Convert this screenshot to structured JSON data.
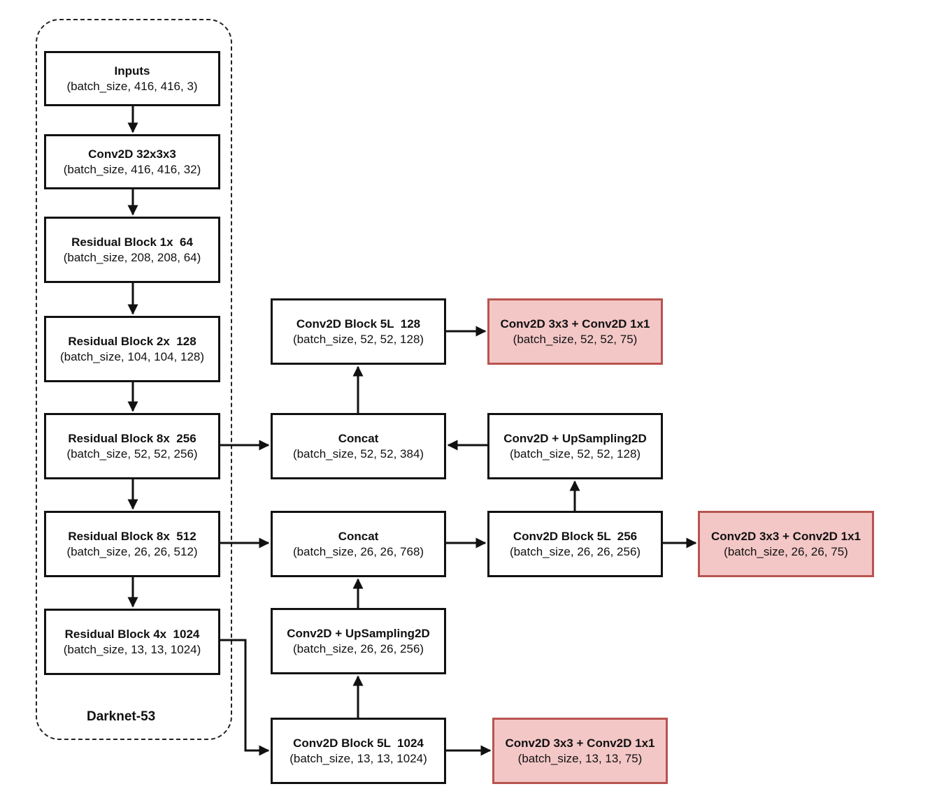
{
  "group": {
    "label": "Darknet-53"
  },
  "boxes": {
    "inputs": {
      "title": "Inputs",
      "shape": "(batch_size, 416, 416, 3)"
    },
    "conv0": {
      "title": "Conv2D 32x3x3",
      "shape": "(batch_size, 416, 416, 32)"
    },
    "res1": {
      "title": "Residual Block 1x  64",
      "shape": "(batch_size, 208, 208, 64)"
    },
    "res2": {
      "title": "Residual Block 2x  128",
      "shape": "(batch_size, 104, 104, 128)"
    },
    "res8a": {
      "title": "Residual Block 8x  256",
      "shape": "(batch_size, 52, 52, 256)"
    },
    "res8b": {
      "title": "Residual Block 8x  512",
      "shape": "(batch_size, 26, 26, 512)"
    },
    "res4": {
      "title": "Residual Block 4x  1024",
      "shape": "(batch_size, 13, 13, 1024)"
    },
    "cb128": {
      "title": "Conv2D Block 5L  128",
      "shape": "(batch_size, 52, 52, 128)"
    },
    "concat384": {
      "title": "Concat",
      "shape": "(batch_size, 52, 52, 384)"
    },
    "concat768": {
      "title": "Concat",
      "shape": "(batch_size, 26, 26, 768)"
    },
    "up256": {
      "title": "Conv2D + UpSampling2D",
      "shape": "(batch_size, 26, 26, 256)"
    },
    "cb1024": {
      "title": "Conv2D Block 5L  1024",
      "shape": "(batch_size, 13, 13, 1024)"
    },
    "up128": {
      "title": "Conv2D + UpSampling2D",
      "shape": "(batch_size, 52, 52, 128)"
    },
    "cb256": {
      "title": "Conv2D Block 5L  256",
      "shape": "(batch_size, 26, 26, 256)"
    },
    "out52": {
      "title": "Conv2D 3x3 + Conv2D 1x1",
      "shape": "(batch_size, 52, 52, 75)"
    },
    "out26": {
      "title": "Conv2D 3x3 + Conv2D 1x1",
      "shape": "(batch_size, 26, 26, 75)"
    },
    "out13": {
      "title": "Conv2D 3x3 + Conv2D 1x1",
      "shape": "(batch_size, 13, 13, 75)"
    }
  },
  "colors": {
    "output_fill": "#f4c7c7",
    "output_border": "#b85450",
    "line": "#111111"
  }
}
